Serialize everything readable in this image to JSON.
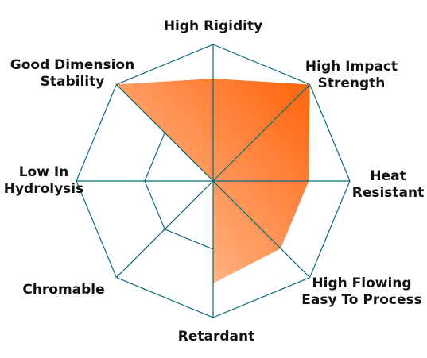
{
  "chart_data": {
    "type": "radar",
    "axes": [
      [
        "High Rigidity"
      ],
      [
        "High Impact",
        "Strength"
      ],
      [
        "Heat",
        "Resistant"
      ],
      [
        "High Flowing",
        "Easy To Process"
      ],
      [
        "Retardant"
      ],
      [
        "Chromable"
      ],
      [
        "Low In",
        "Hydrolysis"
      ],
      [
        "Good Dimension",
        "Stability"
      ]
    ],
    "values": [
      0.75,
      1.0,
      0.7,
      0.7,
      0.75,
      0.0,
      0.0,
      1.0
    ],
    "rings": 2,
    "max": 1,
    "grid_color": "#0b6b78",
    "fill_gradient": [
      "#ff6a14",
      "#ffc6a2"
    ]
  }
}
